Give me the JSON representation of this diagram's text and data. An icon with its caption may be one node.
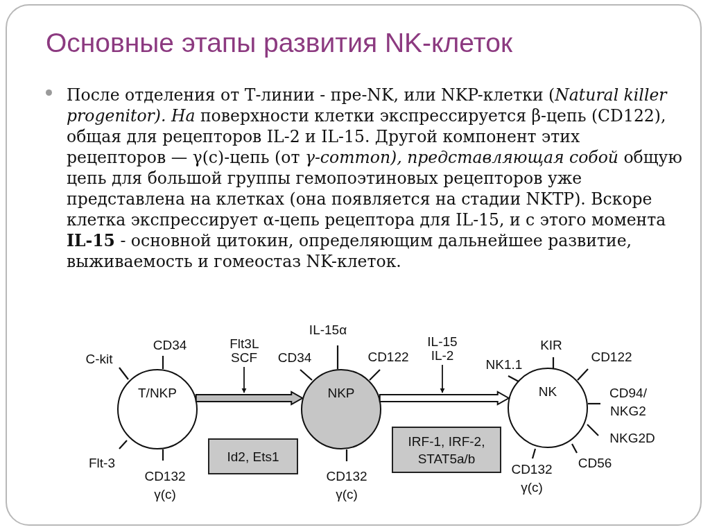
{
  "diagram": {
    "title": "Основные этапы развития NK-клеток",
    "nodes": [
      {
        "text": [
          "T/NKP"
        ],
        "beside": [
          "CD34",
          "C-kit",
          "Flt-3",
          "CD132 γ(c)"
        ]
      },
      {
        "text": [
          "Flt3L SCF"
        ]
      },
      {
        "text": [
          "Id2, Ets1"
        ]
      },
      {
        "text": [
          "NKP"
        ],
        "beside": [
          "IL-15α",
          "CD34",
          "CD122",
          "CD132 γ(c)"
        ]
      },
      {
        "text": [
          "IL-15 IL-2"
        ]
      },
      {
        "text": [
          "IRF-1, IRF-2, STAT5a/b"
        ]
      },
      {
        "text": [
          "NK"
        ],
        "beside": [
          "KIR",
          "NK1.1",
          "CD122",
          "CD94/ NKG2",
          "NKG2D",
          "CD56",
          "CD132 γ(c)"
        ]
      }
    ],
    "edges": [
      {
        "from": 0,
        "to": 3,
        "arrow": "to",
        "style": "thick"
      },
      {
        "from": 1,
        "to": null,
        "arrow": "to"
      },
      {
        "from": 3,
        "to": 6,
        "arrow": "to",
        "style": "thick"
      },
      {
        "from": 4,
        "to": null,
        "arrow": "to"
      }
    ],
    "labels": [
      "После отделения от Т-линии - пре-NK, или NKP-клетки (*Natural killer progenitor). На* поверхности клетки экспрессируется β-цепь (CD122), общая для рецепторов IL-2 и IL-15. Другой компонент этих рецепторов — γ(с)-цепь (от *γ-common), представляющая собой* общую цепь для большой группы гемопоэтиновых рецепторов уже представлена на клетках (она появляется на стадии NKTP). Вскоре клетка экспрессирует α-цепь рецептора для IL-15, и с этого момента **IL-15** - основной цитокин, определяющим дальнейшее развитие, выживаемость и гомеостаз NK-клеток."
    ]
  }
}
